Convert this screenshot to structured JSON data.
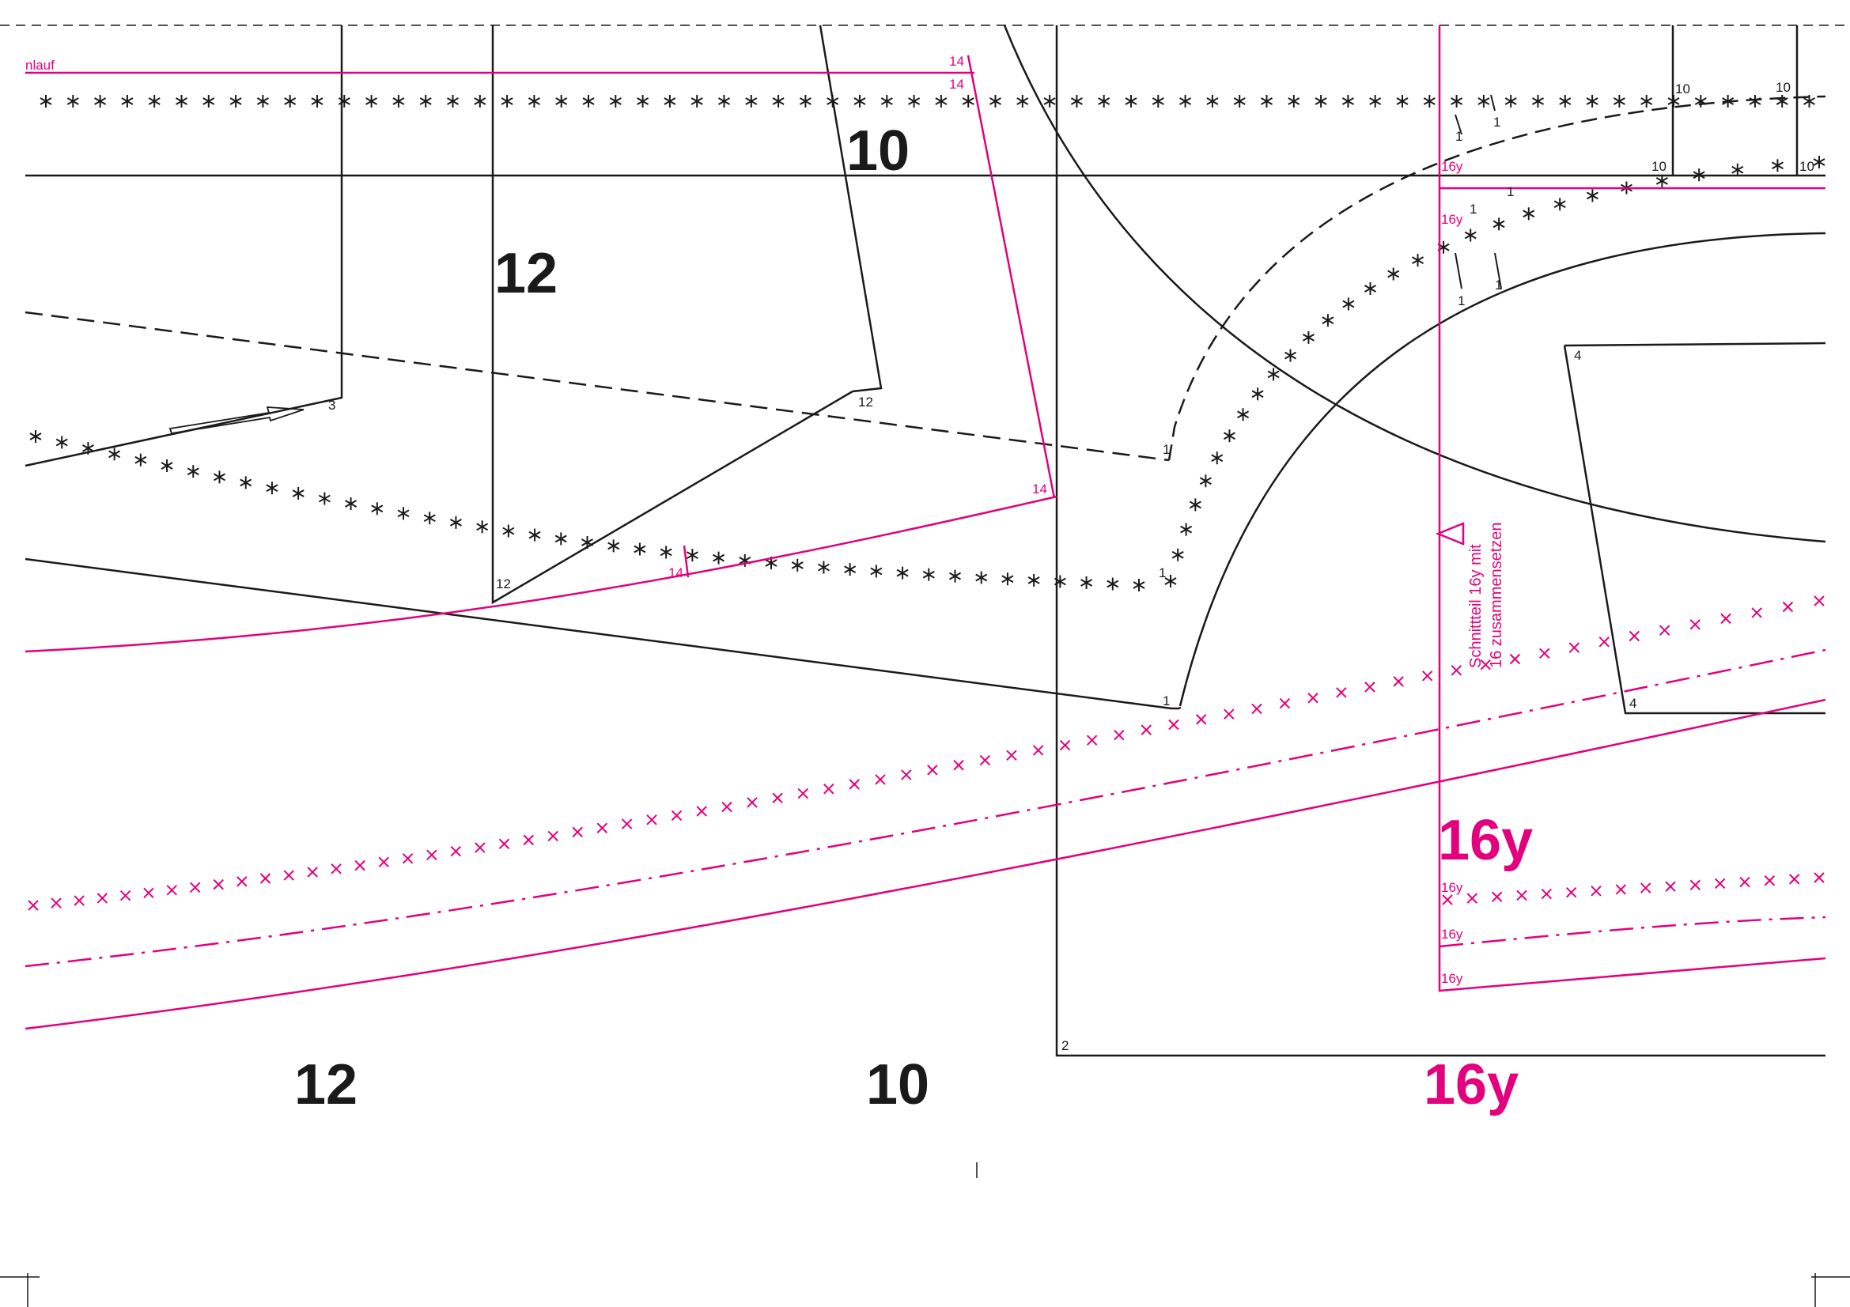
{
  "colors": {
    "black": "#1a1a1a",
    "magenta": "#e4007c"
  },
  "labels": {
    "size12_top": "12",
    "size10_top": "10",
    "size12_bottom": "12",
    "size10_bottom": "10",
    "size16y_mid": "16y",
    "size16y_bottom": "16y",
    "lauf": "nlauf",
    "note_line1": "Schnittteil 16y mit",
    "note_line2": "16 zusammensetzen"
  },
  "markers": {
    "m1": "1",
    "m2": "2",
    "m3": "3",
    "m4": "4",
    "m10": "10",
    "m12": "12",
    "m14": "14",
    "m16y": "16y"
  }
}
